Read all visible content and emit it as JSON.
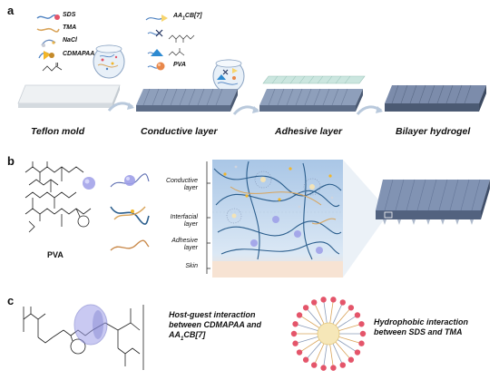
{
  "panels": {
    "a": "a",
    "b": "b",
    "c": "c"
  },
  "panel_a": {
    "legend_left": [
      {
        "label": "SDS",
        "icon": "sds-molecule-icon"
      },
      {
        "label": "TMA",
        "icon": "tma-chain-icon"
      },
      {
        "label": "NaCl",
        "icon": "nacl-icon"
      },
      {
        "label": "CDMAPAA",
        "icon": "cdmapaa-icon"
      },
      {
        "label": "",
        "icon": "acrylamide-structure-icon"
      }
    ],
    "legend_right": [
      {
        "label": "AA",
        "sub": "1",
        "rest": "CB[7]",
        "icon": "aa1cb7-icon"
      },
      {
        "label": "",
        "icon": "crosslinker-icon"
      },
      {
        "label": "",
        "icon": "acrylamide-icon"
      },
      {
        "label": "PVA",
        "icon": "pva-sphere-icon"
      }
    ],
    "stages": [
      "Teflon mold",
      "Conductive layer",
      "Adhesive layer",
      "Bilayer hydrogel"
    ]
  },
  "panel_b": {
    "pva_label": "PVA",
    "layers": [
      "Conductive layer",
      "Interfacial layer",
      "Adhesive layer",
      "Skin"
    ]
  },
  "panel_c": {
    "host_guest_caption": [
      "Host-guest interaction",
      "between CDMAPAA and"
    ],
    "host_guest_caption_last": {
      "base": "AA",
      "sub": "1",
      "rest": "CB[7]"
    },
    "hydrophobic_caption": [
      "Hydrophobic interaction",
      "between SDS and TMA"
    ]
  },
  "colors": {
    "slab_blue": "#7e90ae",
    "slab_dark": "#55657f",
    "mold_white": "#e9ecee",
    "cdmapaa_yellow": "#f2b62a",
    "sphere_purple": "#9d9ee8",
    "sds_head_red": "#e4556a",
    "tma_orange": "#d9a45a",
    "tissue_pink": "#f7e3d3",
    "gel_blue": "#c7d9ec"
  }
}
